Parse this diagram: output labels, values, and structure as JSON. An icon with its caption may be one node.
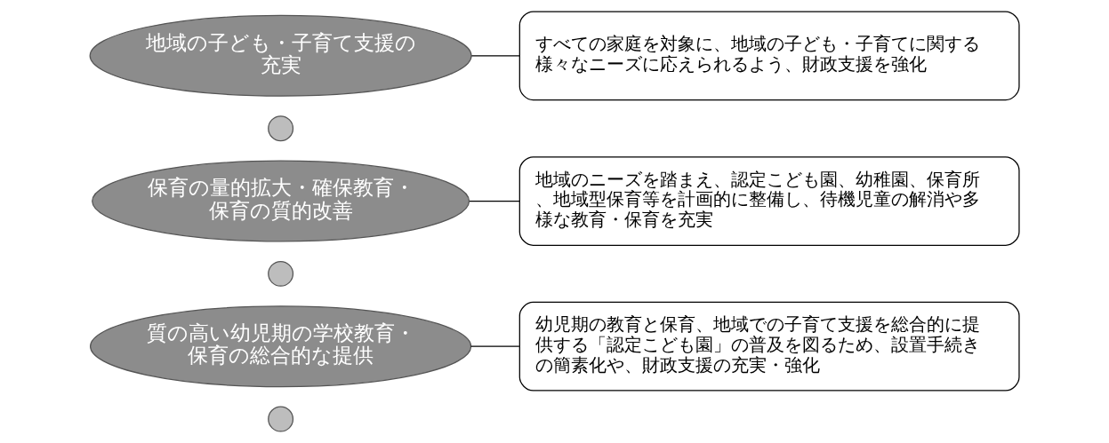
{
  "diagram": {
    "nodes": [
      {
        "text": [],
        "shape": "circle"
      },
      {
        "text": [
          "質の高い幼児期の学校教育・保育の総合的な提供"
        ]
      },
      {
        "text": [
          "幼児期の教育と保育、地域での子育て支援を総合的に提供する「認定こども園」の普及を図るため、設置手続きの簡素化や、財政支援の充実・強化"
        ]
      },
      {
        "text": [],
        "shape": "circle"
      },
      {
        "text": [
          "保育の量的拡大・確保教育・保育の質的改善"
        ]
      },
      {
        "text": [
          "地域のニーズを踏まえ、認定こども園、幼稚園、保育所、地域型保育等を計画的に整備し、待機児童の解消や多様な教育・保育を充実"
        ]
      },
      {
        "text": [],
        "shape": "circle"
      },
      {
        "text": [
          "地域の子ども・子育て支援の充実"
        ]
      },
      {
        "text": [
          "すべての家庭を対象に、地域の子ども・子育てに関する様々なニーズに応えられるよう、財政支援を強化"
        ]
      }
    ],
    "edges": [
      {
        "from": 1,
        "to": 2,
        "arrow": "none"
      },
      {
        "from": 4,
        "to": 5,
        "arrow": "none"
      },
      {
        "from": 7,
        "to": 8,
        "arrow": "none"
      }
    ]
  }
}
